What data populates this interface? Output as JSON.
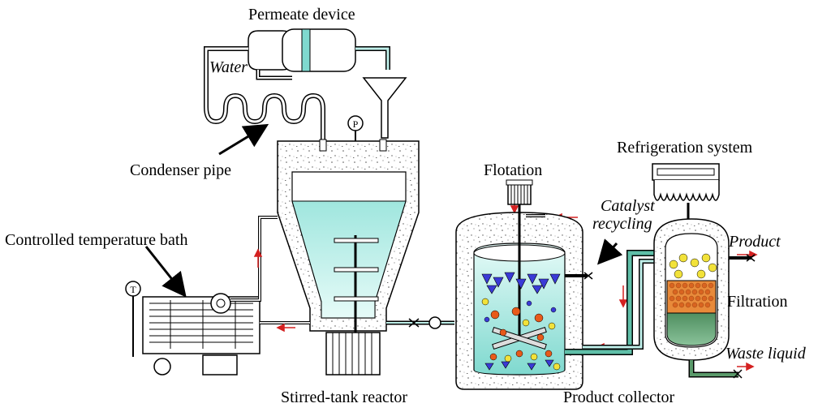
{
  "labels": {
    "permeate_device": "Permeate device",
    "water": "Water",
    "condenser_pipe": "Condenser pipe",
    "temperature_bath": "Controlled temperature bath",
    "stirred_tank_reactor": "Stirred-tank reactor",
    "flotation": "Flotation",
    "catalyst_recycling_line1": "Catalyst",
    "catalyst_recycling_line2": "recycling",
    "refrigeration_system": "Refrigeration system",
    "product": "Product",
    "filtration": "Filtration",
    "waste_liquid": "Waste liquid",
    "product_collector": "Product collector"
  },
  "gauges": {
    "temperature": "T",
    "pressure": "P"
  },
  "colors": {
    "liquid": "#bff0ea",
    "liquid_dark": "#7fd9cf",
    "pipe_green": "#5fbfa8",
    "arrow_red": "#d42020",
    "particle_blue": "#3a3ad6",
    "particle_orange": "#e85a1a",
    "particle_yellow": "#f2e23a",
    "filter_orange": "#e88a3a",
    "waste_green": "#5a9a6a"
  }
}
